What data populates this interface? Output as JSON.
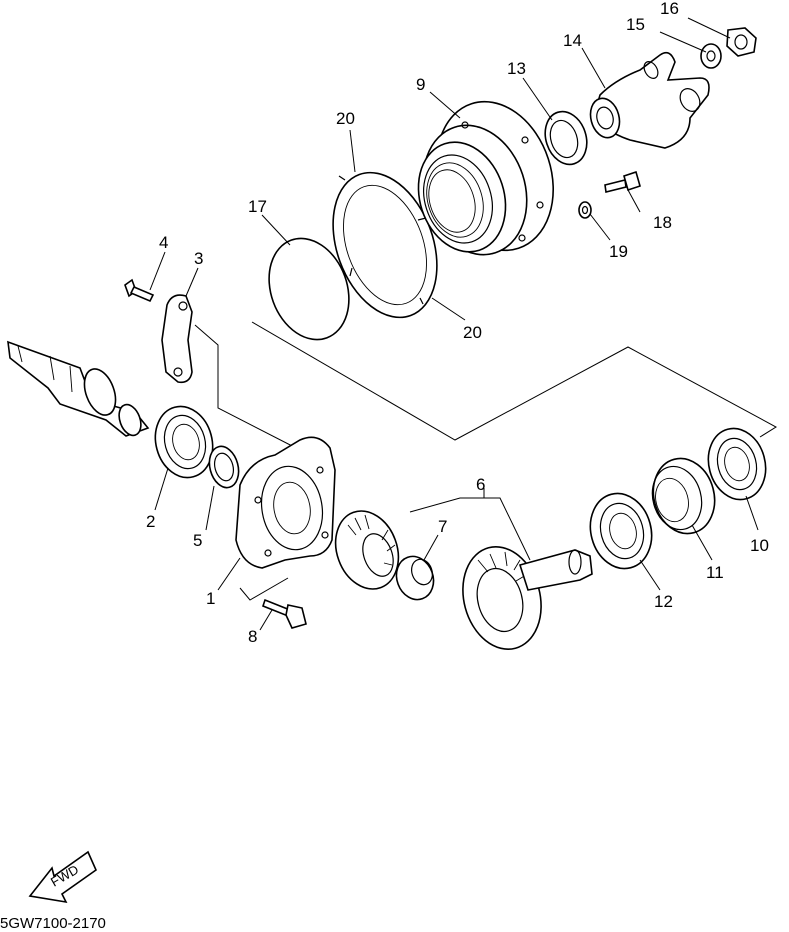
{
  "diagram": {
    "callouts": [
      "1",
      "2",
      "3",
      "4",
      "5",
      "6",
      "7",
      "8",
      "9",
      "10",
      "11",
      "12",
      "13",
      "14",
      "15",
      "16",
      "17",
      "18",
      "19",
      "20",
      "20"
    ],
    "fwd_label": "FWD",
    "drawing_code": "5GW7100-2170"
  }
}
